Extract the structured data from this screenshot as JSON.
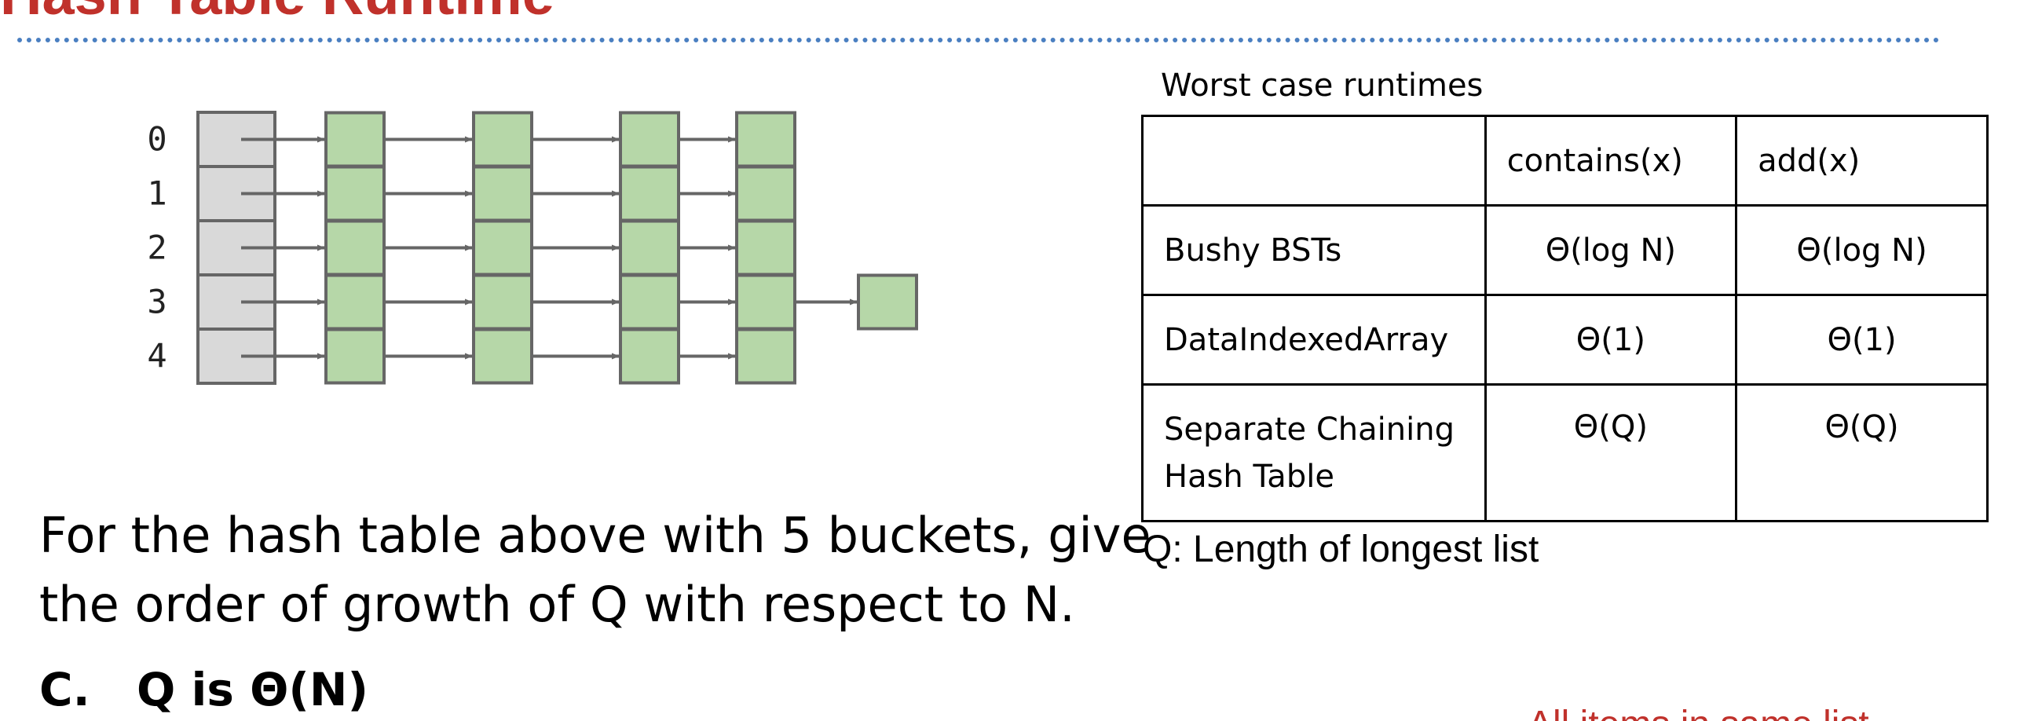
{
  "slide": {
    "title": "Hash Table Runtime"
  },
  "diagram": {
    "bucket_labels": [
      "0",
      "1",
      "2",
      "3",
      "4"
    ],
    "chain_lengths": [
      4,
      4,
      4,
      5,
      4
    ],
    "colors": {
      "bucket_fill": "#d9d9d9",
      "node_fill": "#b6d7a8",
      "stroke": "#666666",
      "arrow": "#666666"
    }
  },
  "runtimes": {
    "caption": "Worst case runtimes",
    "columns": [
      "",
      "contains(x)",
      "add(x)"
    ],
    "rows": [
      {
        "name": "Bushy BSTs",
        "contains": "Θ(log N)",
        "add": "Θ(log N)"
      },
      {
        "name": "DataIndexedArray",
        "contains": "Θ(1)",
        "add": "Θ(1)"
      },
      {
        "name_line1": "Separate Chaining",
        "name_line2": "Hash Table",
        "contains": "Θ(Q)",
        "add": "Θ(Q)"
      }
    ],
    "footnote": "Q: Length of longest list"
  },
  "question": {
    "line1": "For the hash table above with 5 buckets, give",
    "line2": "the order of growth of Q with respect to N."
  },
  "answer": {
    "letter": "C.",
    "text": "Q is Θ(N)"
  },
  "corner_note": "All items in same list"
}
